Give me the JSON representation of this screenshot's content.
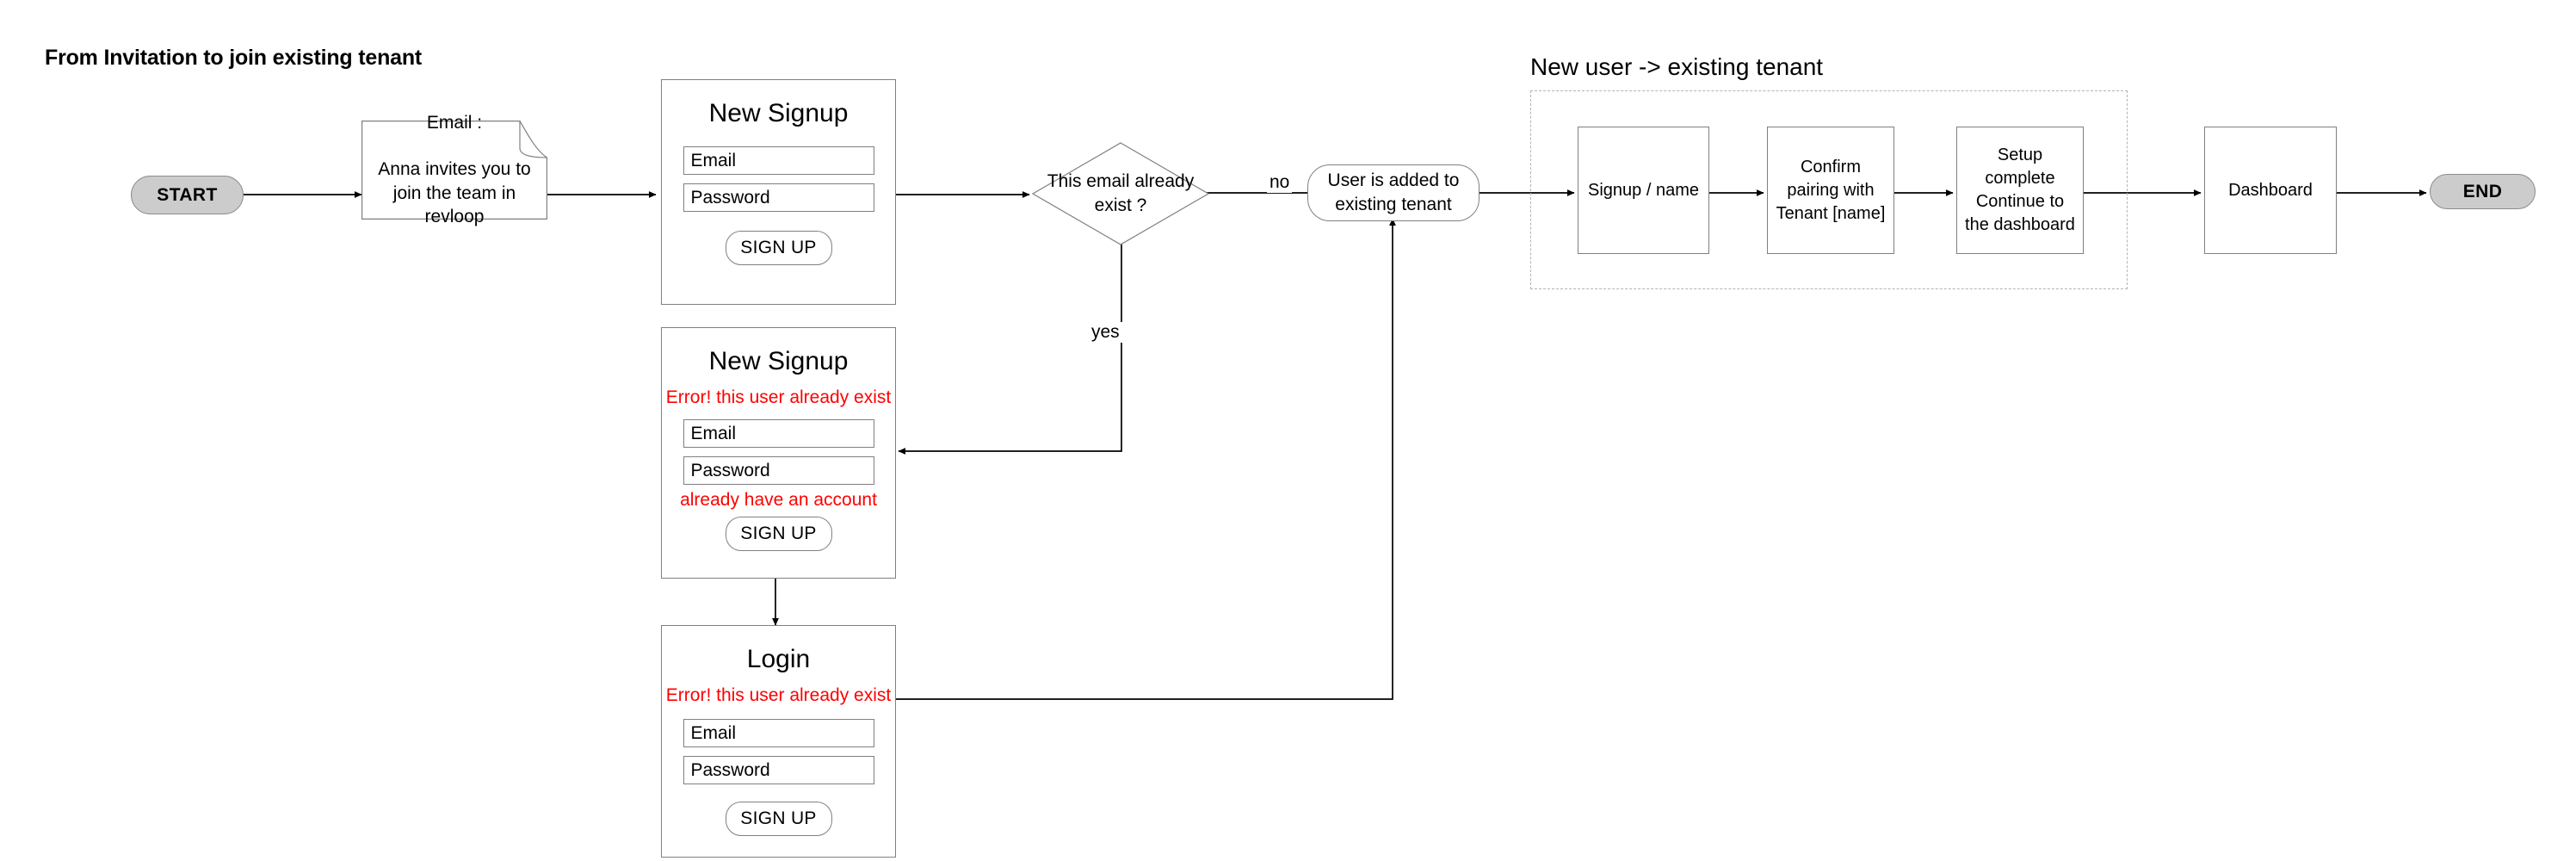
{
  "page": {
    "title": "From Invitation to join existing tenant"
  },
  "nodes": {
    "start": {
      "label": "START"
    },
    "end": {
      "label": "END"
    },
    "email_doc": {
      "line1": "Email :",
      "line2": "Anna invites you to join the team in revloop"
    },
    "decision": {
      "label": "This email already exist ?"
    },
    "tenant_added": {
      "label": "User is added to existing tenant"
    },
    "signup_name": {
      "label": "Signup / name"
    },
    "confirm_pairing": {
      "label": "Confirm pairing with Tenant [name]"
    },
    "setup_complete": {
      "label": "Setup complete Continue to the dashboard"
    },
    "dashboard": {
      "label": "Dashboard"
    }
  },
  "group": {
    "label": "New user  -> existing tenant"
  },
  "cards": {
    "signup_clean": {
      "title": "New Signup",
      "email_placeholder": "Email",
      "password_placeholder": "Password",
      "button_label": "SIGN UP"
    },
    "signup_error": {
      "title": "New Signup",
      "error": "Error! this user already exist",
      "email_placeholder": "Email",
      "password_placeholder": "Password",
      "subnote": "already have an account",
      "button_label": "SIGN UP"
    },
    "login_error": {
      "title": "Login",
      "error": "Error! this user already exist",
      "email_placeholder": "Email",
      "password_placeholder": "Password",
      "button_label": "SIGN UP"
    }
  },
  "edges": {
    "no_label": "no",
    "yes_label": "yes"
  },
  "colors": {
    "error_red": "#ff0000",
    "terminator_fill": "#cccccc",
    "node_stroke": "#808080",
    "connector": "#000000",
    "group_dash": "#b3b3b3"
  }
}
